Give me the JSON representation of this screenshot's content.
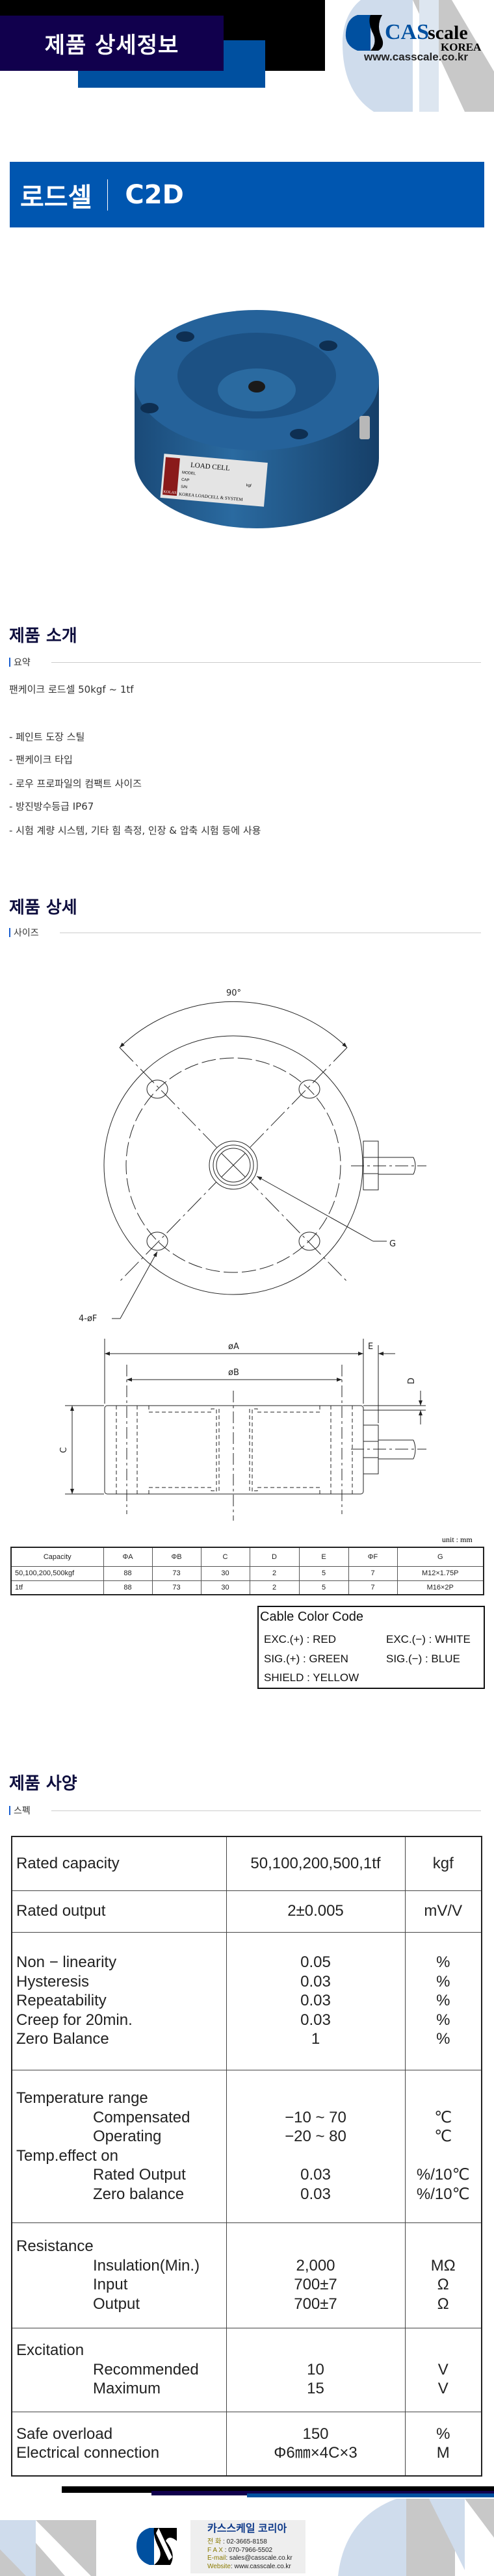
{
  "header": {
    "banner_title": "제품 상세정보",
    "logo": {
      "cas": "CAS",
      "scale": "scale",
      "korea": "KOREA"
    },
    "website": "www.casscale.co.kr"
  },
  "title_bar": {
    "category": "로드셀",
    "model": "C2D"
  },
  "photo_label": {
    "title": "LOAD CELL",
    "model": "MODEL",
    "cap": "CAP",
    "unit": "kgf",
    "sn": "S/N",
    "maker": "KOREA LOADCELL & SYSTEM",
    "badge": "KOLAS"
  },
  "intro": {
    "heading": "제품 소개",
    "sub": "요약",
    "summary": "팬케이크 로드셀 50kgf ~ 1tf",
    "bullets": [
      "- 페인트 도장 스틸",
      "- 팬케이크 타입",
      "- 로우 프로파일의 컴팩트 사이즈",
      "- 방진방수등급 IP67",
      "- 시험 계량 시스템, 기타 힘 측정, 인장 & 압축 시험 등에 사용"
    ]
  },
  "detail": {
    "heading": "제품 상세",
    "sub": "사이즈",
    "drawing_labels": {
      "angle": "90°",
      "g": "G",
      "holes": "4-øF",
      "a": "øA",
      "b": "øB",
      "c": "C",
      "d": "D",
      "e": "E"
    },
    "unit": "unit : mm",
    "dim_table": {
      "headers": [
        "Capacity",
        "ΦA",
        "ΦB",
        "C",
        "D",
        "E",
        "ΦF",
        "G"
      ],
      "rows": [
        [
          "50,100,200,500kgf",
          "88",
          "73",
          "30",
          "2",
          "5",
          "7",
          "M12×1.75P"
        ],
        [
          "1tf",
          "88",
          "73",
          "30",
          "2",
          "5",
          "7",
          "M16×2P"
        ]
      ]
    },
    "cable": {
      "title": "Cable Color Code",
      "exc_plus": "EXC.(+) : RED",
      "exc_minus": "EXC.(−) : WHITE",
      "sig_plus": "SIG.(+) : GREEN",
      "sig_minus": "SIG.(−) : BLUE",
      "shield": "SHIELD : YELLOW"
    }
  },
  "spec": {
    "heading": "제품 사양",
    "sub": "스펙",
    "rows": [
      [
        {
          "label": "Rated capacity",
          "value": "50,100,200,500,1tf",
          "unit": "kgf"
        }
      ],
      [
        {
          "label": "Rated output",
          "value": "2±0.005",
          "unit": "mV/V"
        }
      ],
      [
        {
          "label": "Non − linearity",
          "value": "0.05",
          "unit": "%"
        },
        {
          "label": "Hysteresis",
          "value": "0.03",
          "unit": "%"
        },
        {
          "label": "Repeatability",
          "value": "0.03",
          "unit": "%"
        },
        {
          "label": "Creep for 20min.",
          "value": "0.03",
          "unit": "%"
        },
        {
          "label": "Zero Balance",
          "value": "1",
          "unit": "%"
        }
      ],
      [
        {
          "label": "Temperature range",
          "value": "",
          "unit": ""
        },
        {
          "label": "Compensated",
          "indent": true,
          "value": "−10 ~ 70",
          "unit": "℃"
        },
        {
          "label": "Operating",
          "indent": true,
          "value": "−20 ~ 80",
          "unit": "℃"
        },
        {
          "label": "Temp.effect on",
          "value": "",
          "unit": ""
        },
        {
          "label": "Rated Output",
          "indent": true,
          "value": "0.03",
          "unit": "%/10℃"
        },
        {
          "label": "Zero balance",
          "indent": true,
          "value": "0.03",
          "unit": "%/10℃"
        }
      ],
      [
        {
          "label": "Resistance",
          "value": "",
          "unit": ""
        },
        {
          "label": "Insulation(Min.)",
          "indent": true,
          "value": "2,000",
          "unit": "MΩ"
        },
        {
          "label": "Input",
          "indent": true,
          "value": "700±7",
          "unit": "Ω"
        },
        {
          "label": "Output",
          "indent": true,
          "value": "700±7",
          "unit": "Ω"
        }
      ],
      [
        {
          "label": "Excitation",
          "value": "",
          "unit": ""
        },
        {
          "label": "Recommended",
          "indent": true,
          "value": "10",
          "unit": "V"
        },
        {
          "label": "Maximum",
          "indent": true,
          "value": "15",
          "unit": "V"
        }
      ],
      [
        {
          "label": "Safe overload",
          "value": "150",
          "unit": "%"
        },
        {
          "label": "Electrical connection",
          "value": "Φ6㎜×4C×3",
          "unit": "M"
        }
      ]
    ]
  },
  "footer": {
    "company": "카스스케일 코리아",
    "contacts": [
      {
        "label": "전 화",
        "value": " : 02-3665-8158"
      },
      {
        "label": "F A X",
        "value": " : 070-7966-5502"
      },
      {
        "label": "E-mail",
        "value": ": sales@casscale.co.kr"
      },
      {
        "label": "Website",
        "value": ": www.casscale.co.kr"
      }
    ]
  },
  "colors": {
    "navy": "#11004d",
    "brand_blue": "#0056b0",
    "heading": "#0d0d3d",
    "body_paint": "#1f5a8a"
  }
}
